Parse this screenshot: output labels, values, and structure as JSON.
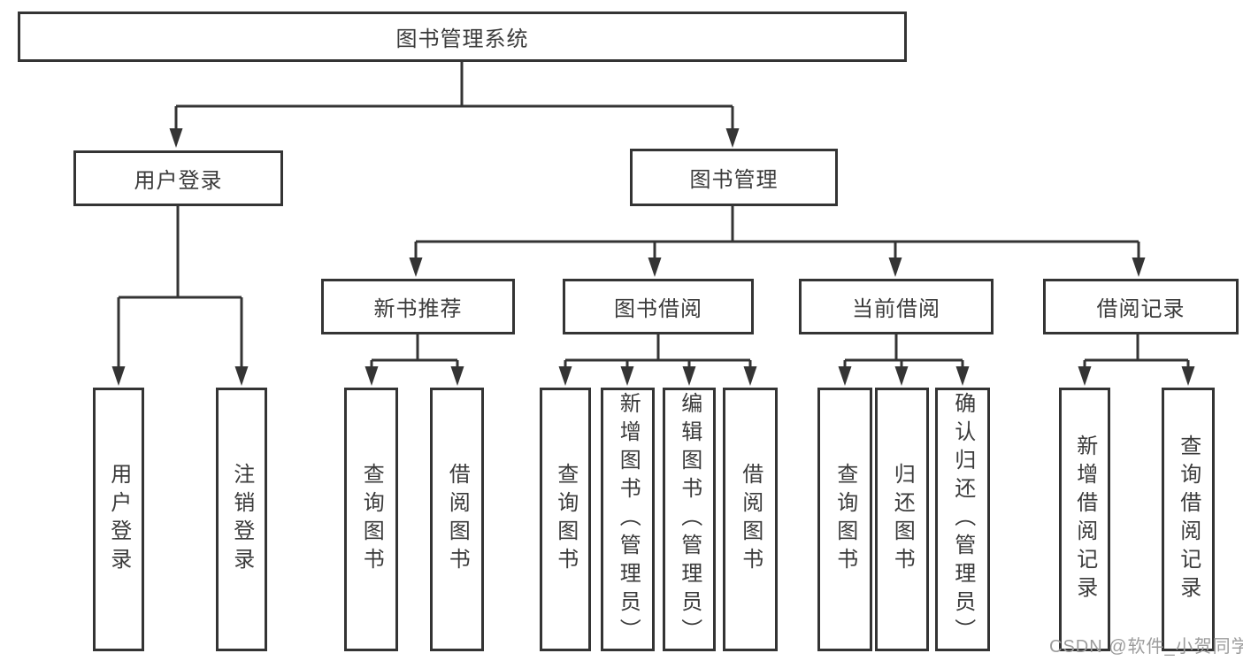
{
  "diagram": {
    "root": {
      "label": "图书管理系统"
    },
    "user_login": {
      "label": "用户登录",
      "children": [
        {
          "label": "用户登录"
        },
        {
          "label": "注销登录"
        }
      ]
    },
    "book_mgmt": {
      "label": "图书管理",
      "children": [
        {
          "label": "新书推荐",
          "children": [
            {
              "label": "查询图书"
            },
            {
              "label": "借阅图书"
            }
          ]
        },
        {
          "label": "图书借阅",
          "children": [
            {
              "label": "查询图书"
            },
            {
              "label": "新增图书（管理员）"
            },
            {
              "label": "编辑图书（管理员）"
            },
            {
              "label": "借阅图书"
            }
          ]
        },
        {
          "label": "当前借阅",
          "children": [
            {
              "label": "查询图书"
            },
            {
              "label": "归还图书"
            },
            {
              "label": "确认归还（管理员）"
            }
          ]
        },
        {
          "label": "借阅记录",
          "children": [
            {
              "label": "新增借阅记录"
            },
            {
              "label": "查询借阅记录"
            }
          ]
        }
      ]
    }
  },
  "watermark": {
    "text": "CSDN @软件_小贺同学"
  },
  "colors": {
    "line": "#343434",
    "border": "#343434",
    "text": "#3b3b3b",
    "watermark": "#9c9c9c",
    "background": "#ffffff"
  }
}
